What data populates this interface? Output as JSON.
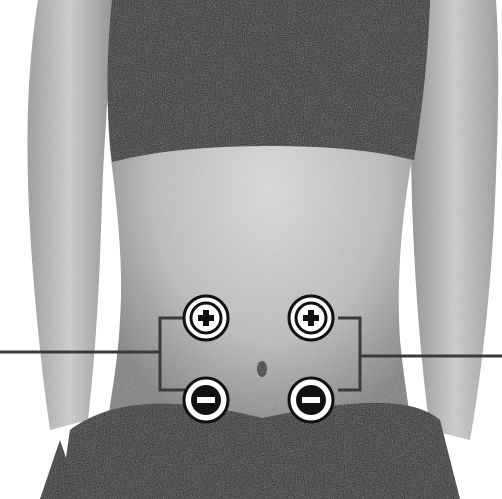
{
  "colors": {
    "background": "#ffffff",
    "skin": "#c4c4c4",
    "skin_shadow": "#8a8a8a",
    "clothing": "#141414",
    "wire": "#3a3a3a",
    "electrode_face": "#ffffff",
    "electrode_ring": "#111111"
  },
  "electrodes": [
    {
      "id": "upper-left",
      "polarity": "+",
      "icon": "plus-icon"
    },
    {
      "id": "upper-right",
      "polarity": "+",
      "icon": "plus-icon"
    },
    {
      "id": "lower-left",
      "polarity": "-",
      "icon": "minus-icon"
    },
    {
      "id": "lower-right",
      "polarity": "-",
      "icon": "minus-icon"
    }
  ]
}
